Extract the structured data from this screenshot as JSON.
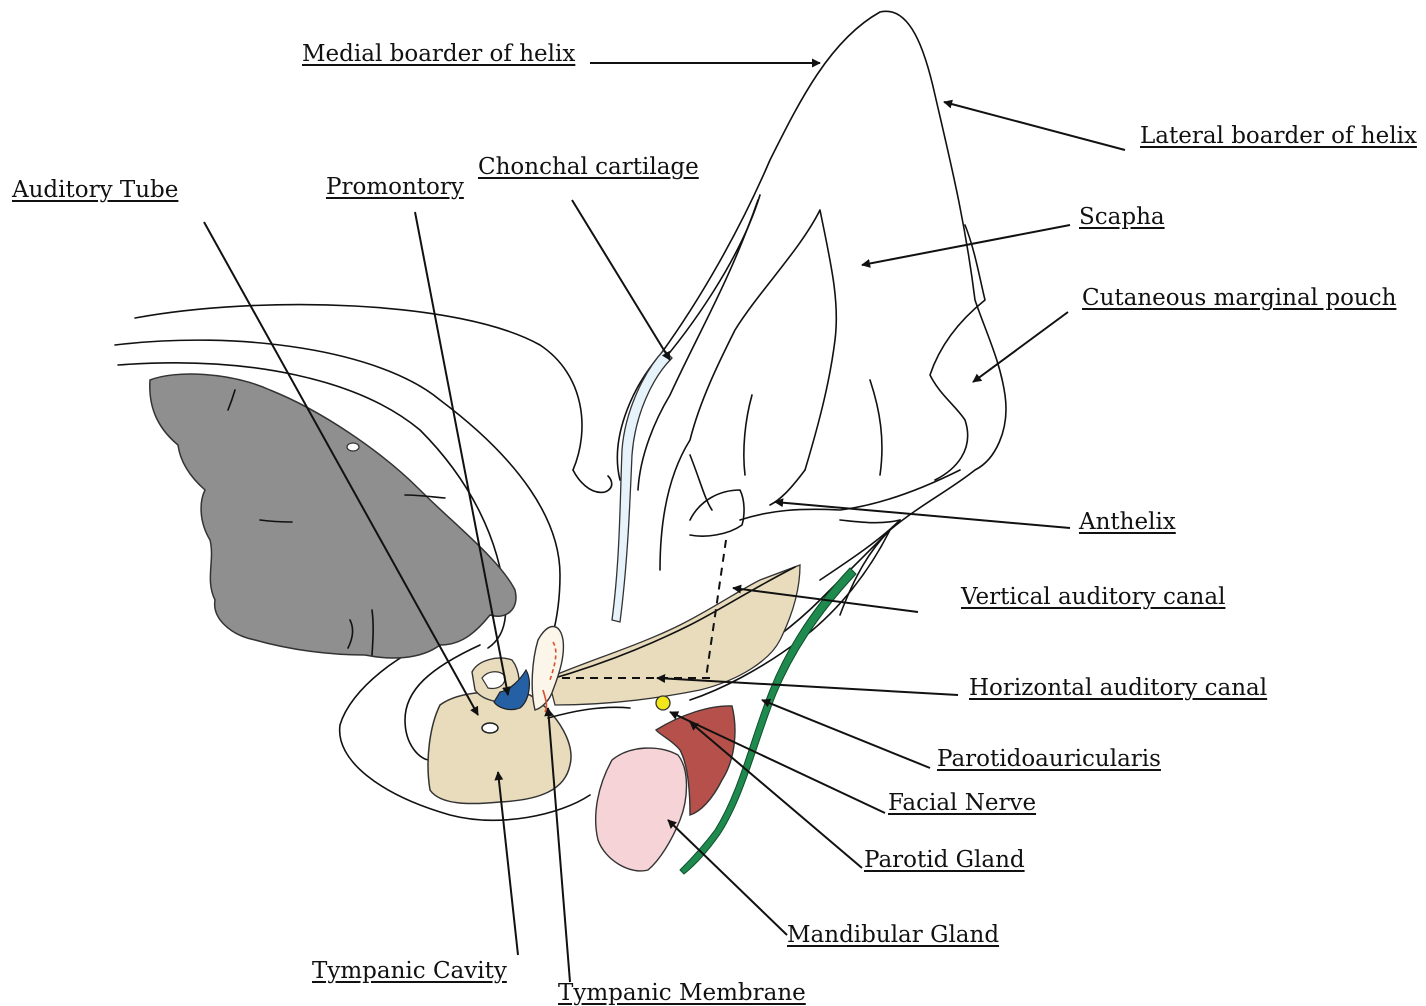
{
  "labels": {
    "medial_border_helix": "Medial boarder of helix",
    "lateral_border_helix": "Lateral boarder of helix",
    "scapha": "Scapha",
    "cutaneous_marginal_pouch": "Cutaneous marginal pouch",
    "chonchal_cartilage": "Chonchal cartilage",
    "auditory_tube": "Auditory Tube",
    "promontory": "Promontory",
    "anthelix": "Anthelix",
    "vertical_auditory_canal": "Vertical auditory canal",
    "horizontal_auditory_canal": "Horizontal auditory canal",
    "parotidoauricularis": "Parotidoauricularis",
    "facial_nerve": "Facial Nerve",
    "parotid_gland": "Parotid Gland",
    "mandibular_gland": "Mandibular Gland",
    "tympanic_cavity": "Tympanic Cavity",
    "tympanic_membrane": "Tympanic Membrane"
  },
  "colors": {
    "brain": "#8f8f8f",
    "canal": "#e8dcbc",
    "parotid_gland": "#b5514a",
    "mandibular_gland": "#f6d3d6",
    "parotidoauricularis": "#1e8a4e",
    "facial_nerve": "#f2e61a",
    "promontory": "#2460a3",
    "cartilage": "#e6f3fb",
    "tympanic_membrane": "#d9502a"
  }
}
